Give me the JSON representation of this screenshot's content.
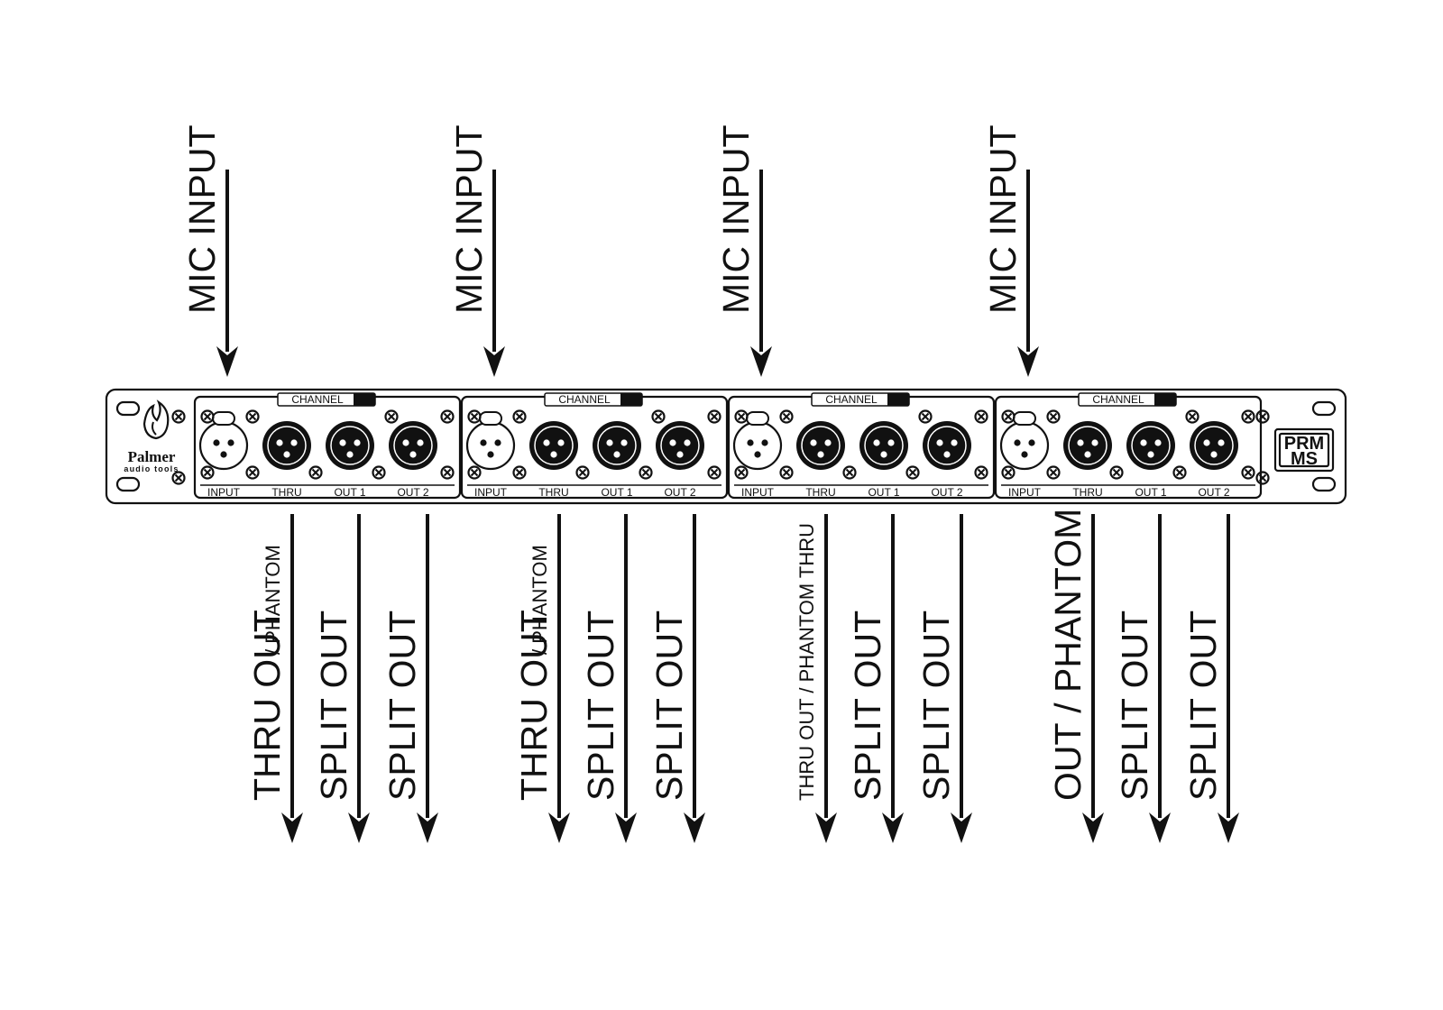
{
  "brand": {
    "name": "Palmer",
    "tagline": "audio tools"
  },
  "model": {
    "line1": "PRM",
    "line2": "MS"
  },
  "channels": [
    {
      "header": "CHANNEL",
      "jacks": [
        "INPUT",
        "THRU",
        "OUT 1",
        "OUT 2"
      ],
      "input_arrow": "MIC INPUT",
      "outputs": [
        {
          "main": "THRU OUT",
          "suffix": "/ PHANTOM"
        },
        {
          "main": "SPLIT OUT"
        },
        {
          "main": "SPLIT OUT"
        }
      ]
    },
    {
      "header": "CHANNEL",
      "jacks": [
        "INPUT",
        "THRU",
        "OUT 1",
        "OUT 2"
      ],
      "input_arrow": "MIC INPUT",
      "outputs": [
        {
          "main": "THRU OUT",
          "suffix": "/ PHANTOM"
        },
        {
          "main": "SPLIT OUT"
        },
        {
          "main": "SPLIT OUT"
        }
      ]
    },
    {
      "header": "CHANNEL",
      "jacks": [
        "INPUT",
        "THRU",
        "OUT 1",
        "OUT 2"
      ],
      "input_arrow": "MIC INPUT",
      "outputs": [
        {
          "main": "THRU OUT / PHANTOM THRU",
          "style": "small"
        },
        {
          "main": "SPLIT OUT"
        },
        {
          "main": "SPLIT OUT"
        }
      ]
    },
    {
      "header": "CHANNEL",
      "jacks": [
        "INPUT",
        "THRU",
        "OUT 1",
        "OUT 2"
      ],
      "input_arrow": "MIC INPUT",
      "outputs": [
        {
          "main": "OUT / PHANTOM"
        },
        {
          "main": "SPLIT OUT"
        },
        {
          "main": "SPLIT OUT"
        }
      ]
    }
  ]
}
